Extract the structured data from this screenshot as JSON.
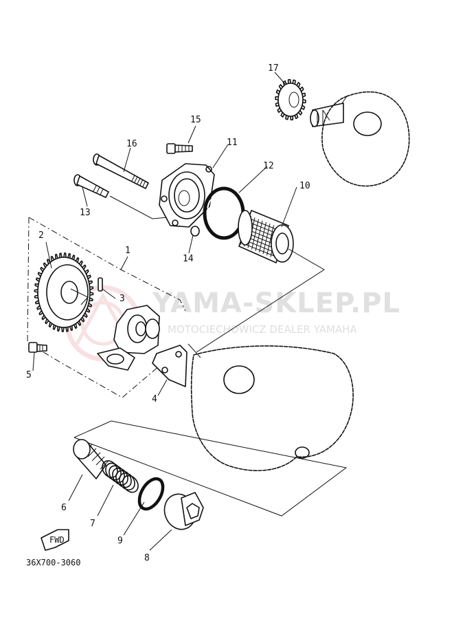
{
  "watermark": {
    "brand": "YAMA-SKLEP.PL",
    "tagline": "MOTOCIECHOWICZ DEALER YAMAHA",
    "color": "#e0e0e0",
    "logo_color": "#f1c9cd"
  },
  "parts": [
    {
      "callout": "1"
    },
    {
      "callout": "2"
    },
    {
      "callout": "3"
    },
    {
      "callout": "4"
    },
    {
      "callout": "5"
    },
    {
      "callout": "6"
    },
    {
      "callout": "7"
    },
    {
      "callout": "8"
    },
    {
      "callout": "9"
    },
    {
      "callout": "10"
    },
    {
      "callout": "11"
    },
    {
      "callout": "12"
    },
    {
      "callout": "13"
    },
    {
      "callout": "14"
    },
    {
      "callout": "15"
    },
    {
      "callout": "16"
    },
    {
      "callout": "17"
    }
  ],
  "direction_marker": {
    "text": "FWD",
    "icon": "forward-arrow-icon"
  },
  "diagram_code": "36X700-3060"
}
